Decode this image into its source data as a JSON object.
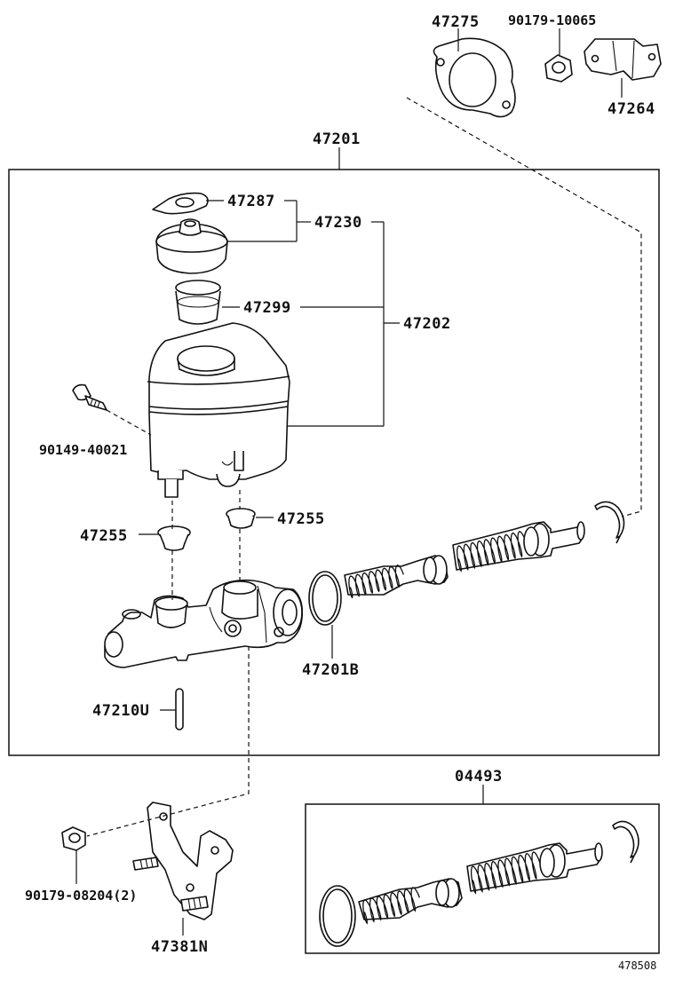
{
  "labels": {
    "p47275": "47275",
    "p90179_10065": "90179-10065",
    "p47264": "47264",
    "p47201": "47201",
    "p47287": "47287",
    "p47230": "47230",
    "p47299": "47299",
    "p47202": "47202",
    "p90149_40021": "90149-40021",
    "p47255_left": "47255",
    "p47255_right": "47255",
    "p47201B": "47201B",
    "p47210U": "47210U",
    "p04493": "04493",
    "p90179_08204": "90179-08204(2)",
    "p47381N": "47381N"
  },
  "figure_id": "478508"
}
